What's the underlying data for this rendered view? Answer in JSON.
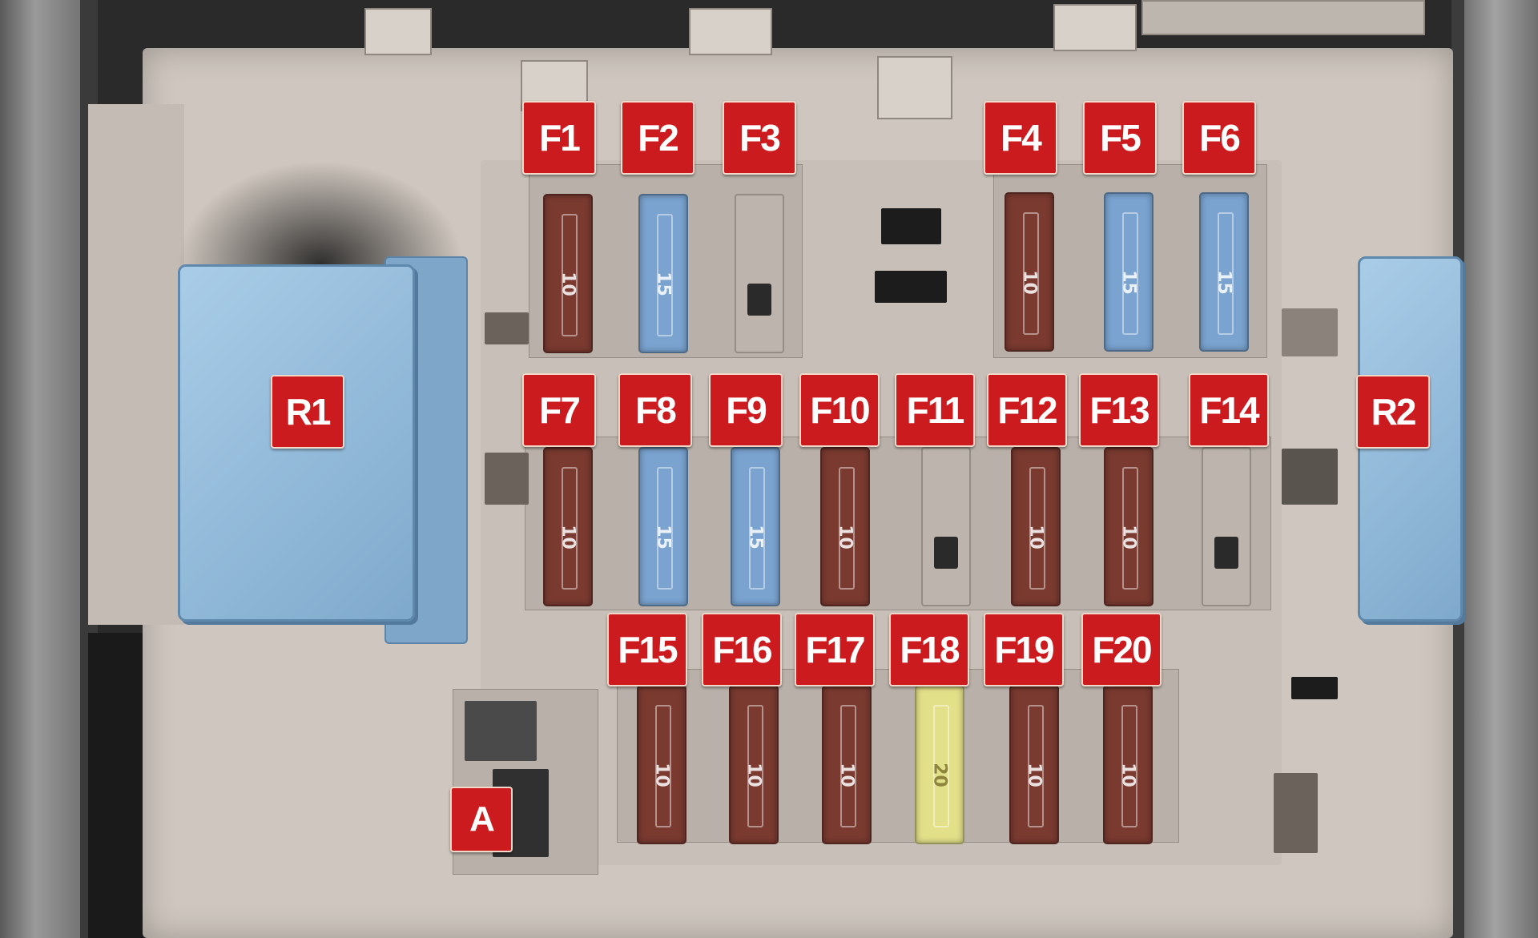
{
  "colors": {
    "label_red": "#cc1b1f",
    "fuse_10A": "#7a3a30",
    "fuse_15A": "#7aa3d0",
    "fuse_20A": "#e3e08a",
    "relay_blue": "#8fb8dc",
    "housing": "#cfc7bf"
  },
  "relays": [
    {
      "id": "R1",
      "label": "R1"
    },
    {
      "id": "R2",
      "label": "R2"
    }
  ],
  "connector": {
    "label": "A"
  },
  "fuses": [
    {
      "label": "F1",
      "rating": "10",
      "color": "#7a3a30",
      "empty": false
    },
    {
      "label": "F2",
      "rating": "15",
      "color": "#7aa3d0",
      "empty": false
    },
    {
      "label": "F3",
      "rating": "",
      "color": "",
      "empty": true
    },
    {
      "label": "F4",
      "rating": "10",
      "color": "#7a3a30",
      "empty": false
    },
    {
      "label": "F5",
      "rating": "15",
      "color": "#7aa3d0",
      "empty": false
    },
    {
      "label": "F6",
      "rating": "15",
      "color": "#7aa3d0",
      "empty": false
    },
    {
      "label": "F7",
      "rating": "10",
      "color": "#7a3a30",
      "empty": false
    },
    {
      "label": "F8",
      "rating": "15",
      "color": "#7aa3d0",
      "empty": false
    },
    {
      "label": "F9",
      "rating": "15",
      "color": "#7aa3d0",
      "empty": false
    },
    {
      "label": "F10",
      "rating": "10",
      "color": "#7a3a30",
      "empty": false
    },
    {
      "label": "F11",
      "rating": "",
      "color": "",
      "empty": true
    },
    {
      "label": "F12",
      "rating": "10",
      "color": "#7a3a30",
      "empty": false
    },
    {
      "label": "F13",
      "rating": "10",
      "color": "#7a3a30",
      "empty": false
    },
    {
      "label": "F14",
      "rating": "",
      "color": "",
      "empty": true
    },
    {
      "label": "F15",
      "rating": "10",
      "color": "#7a3a30",
      "empty": false
    },
    {
      "label": "F16",
      "rating": "10",
      "color": "#7a3a30",
      "empty": false
    },
    {
      "label": "F17",
      "rating": "10",
      "color": "#7a3a30",
      "empty": false
    },
    {
      "label": "F18",
      "rating": "20",
      "color": "#e3e08a",
      "empty": false
    },
    {
      "label": "F19",
      "rating": "10",
      "color": "#7a3a30",
      "empty": false
    },
    {
      "label": "F20",
      "rating": "10",
      "color": "#7a3a30",
      "empty": false
    }
  ]
}
